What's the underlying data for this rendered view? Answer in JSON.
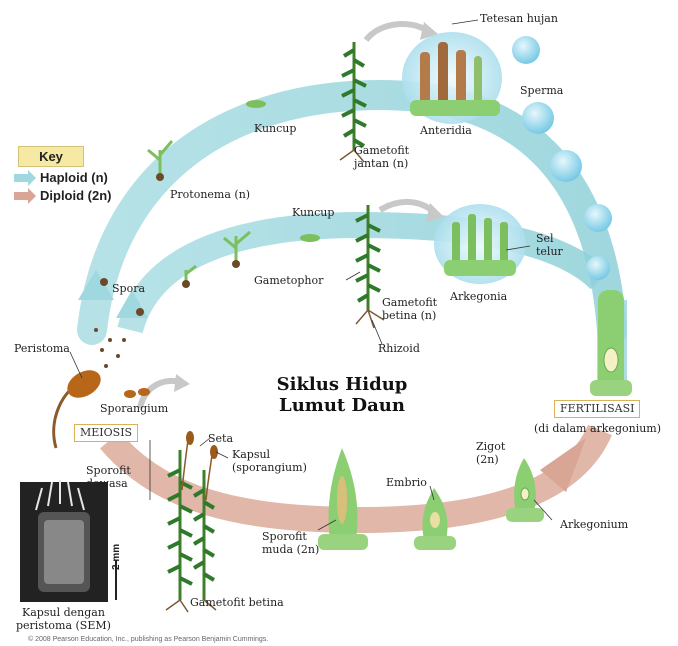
{
  "title": "Siklus Hidup\nLumut Daun",
  "key": {
    "heading": "Key",
    "haploid": "Haploid (n)",
    "diploid": "Diploid (2n)",
    "haploid_color": "#9fd8de",
    "diploid_color": "#d9a594"
  },
  "labels": {
    "tetesan_hujan": "Tetesan hujan",
    "sperma": "Sperma",
    "anteridia": "Anteridia",
    "kuncup_top": "Kuncup",
    "gametofit_jantan": "Gametofit\njantan (n)",
    "protonema": "Protonema (n)",
    "kuncup_mid": "Kuncup",
    "sel_telur": "Sel\ntelur",
    "gametophor": "Gametophor",
    "arkegonia": "Arkegonia",
    "gametofit_betina_n": "Gametofit\nbetina (n)",
    "spora": "Spora",
    "rhizoid": "Rhizoid",
    "peristoma": "Peristoma",
    "sporangium": "Sporangium",
    "meiosis": "MEIOSIS",
    "fertilisasi": "FERTILISASI",
    "di_dalam": "(di dalam arkegonium)",
    "seta": "Seta",
    "kapsul": "Kapsul\n(sporangium)",
    "sporofit_dewasa": "Sporofit\ndewasa",
    "zigot": "Zigot\n(2n)",
    "embrio": "Embrio",
    "arkegonium": "Arkegonium",
    "sporofit_muda": "Sporofit\nmuda (2n)",
    "gametofit_betina": "Gametofit betina",
    "kapsul_sem": "Kapsul dengan\nperistoma (SEM)",
    "scale": "2 mm",
    "copyright": "© 2008 Pearson Education, Inc., publishing as Pearson Benjamin Cummings."
  }
}
